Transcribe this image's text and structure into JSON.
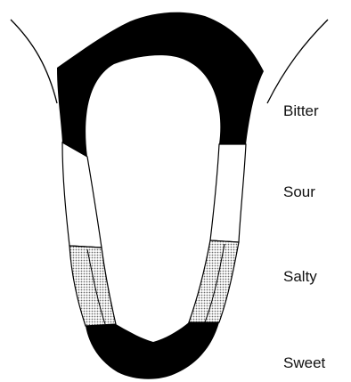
{
  "diagram": {
    "regions": [
      {
        "id": "bitter",
        "label": "Bitter",
        "fill": "#000000"
      },
      {
        "id": "sour",
        "label": "Sour",
        "fill": "#ffffff"
      },
      {
        "id": "salty",
        "label": "Salty",
        "fill": "#c9c9c9"
      },
      {
        "id": "sweet",
        "label": "Sweet",
        "fill": "#000000"
      }
    ],
    "outline_color": "#000000"
  }
}
